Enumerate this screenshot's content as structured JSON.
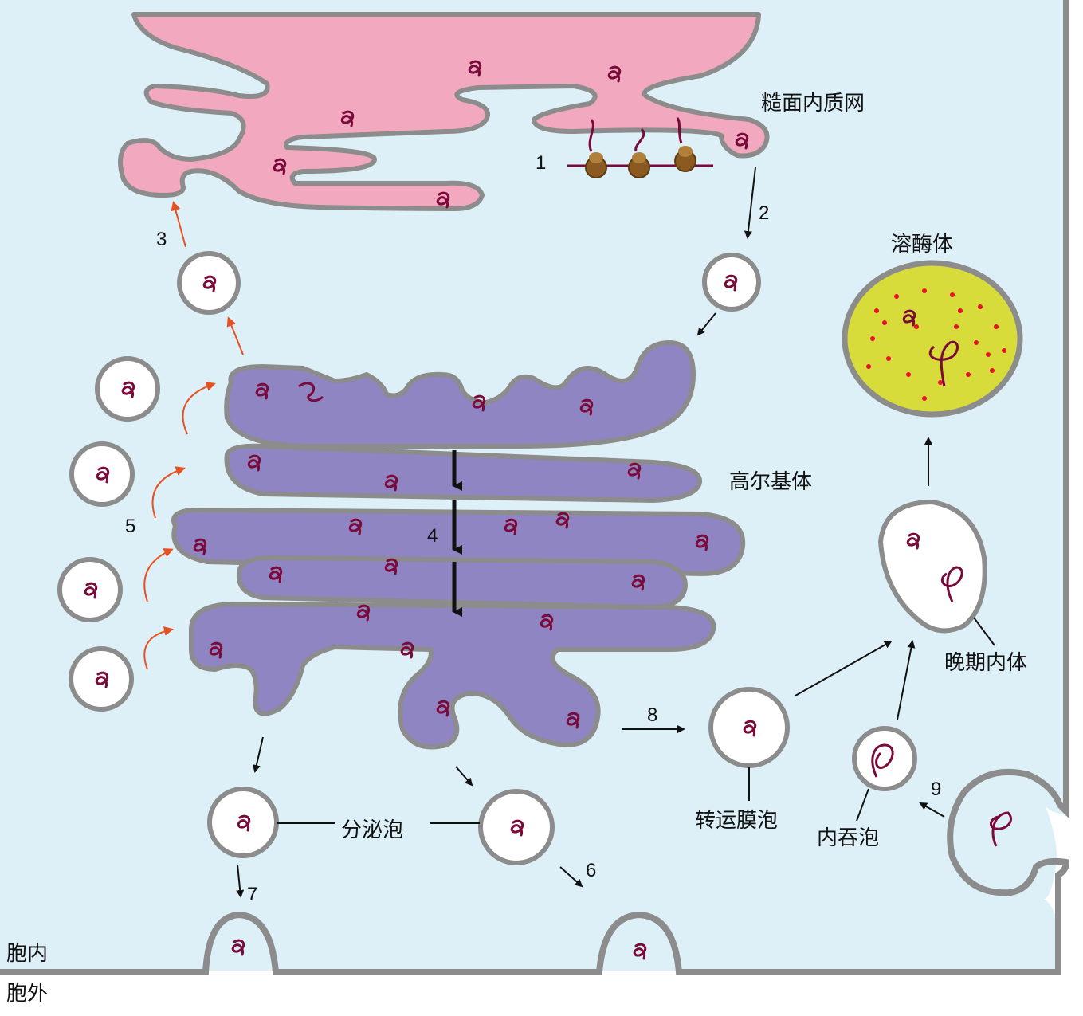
{
  "labels": {
    "rough_er": "糙面内质网",
    "golgi": "高尔基体",
    "lysosome": "溶酶体",
    "late_endosome": "晚期内体",
    "transport_vesicle": "转运膜泡",
    "secretory_vesicle": "分泌泡",
    "endocytic_vesicle": "内吞泡",
    "inside_cell": "胞内",
    "outside_cell": "胞外"
  },
  "steps": [
    "1",
    "2",
    "3",
    "4",
    "5",
    "6",
    "7",
    "8",
    "9"
  ],
  "colors": {
    "membrane": "#8c8c8c",
    "er_fill": "#f2a8bf",
    "golgi_fill": "#8f85c2",
    "lysosome_fill": "#d8dc3a",
    "enzyme_dots": "#e8102a",
    "cytoplasm": "#ddeff7",
    "protein": "#7a0a3a",
    "ribosome": "#8a5a20",
    "red_arrow": "#e85020"
  },
  "icons": [
    "protein-chain-icon",
    "ribosome-icon",
    "arrow-icon"
  ]
}
